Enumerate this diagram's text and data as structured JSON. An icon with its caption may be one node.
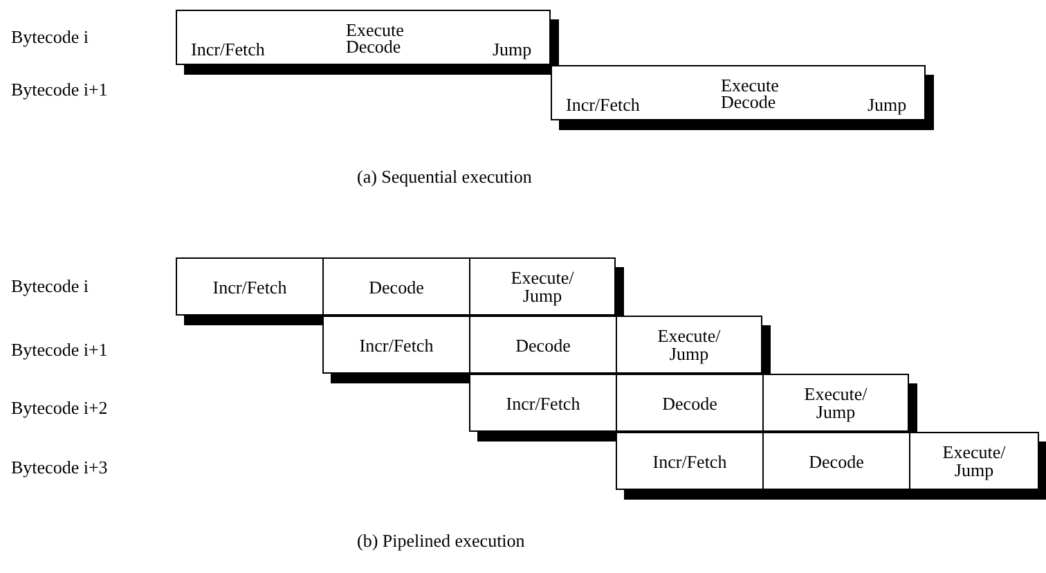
{
  "diagram": {
    "nodes": [
      {
        "text": [
          "Incr/Fetch",
          "Execute",
          "Decode",
          "Jump"
        ]
      },
      {
        "text": [
          "Incr/Fetch",
          "Execute",
          "Decode",
          "Jump"
        ]
      },
      {
        "text": [],
        "shape": "box"
      },
      {
        "text": [
          "Incr/Fetch"
        ],
        "in": 2
      },
      {
        "text": [
          "Decode"
        ],
        "in": 2
      },
      {
        "text": [
          "Execute/ Jump"
        ],
        "in": 2
      },
      {
        "text": [],
        "shape": "box"
      },
      {
        "text": [
          "Incr/Fetch"
        ],
        "in": 6
      },
      {
        "text": [
          "Decode"
        ],
        "in": 6
      },
      {
        "text": [
          "Execute/ Jump"
        ],
        "in": 6
      },
      {
        "text": [],
        "shape": "box"
      },
      {
        "text": [
          "Incr/Fetch"
        ],
        "in": 10
      },
      {
        "text": [
          "Decode"
        ],
        "in": 10
      },
      {
        "text": [
          "Execute/ Jump"
        ],
        "in": 10
      },
      {
        "text": [],
        "shape": "box"
      },
      {
        "text": [
          "Incr/Fetch"
        ],
        "in": 14
      },
      {
        "text": [
          "Decode"
        ],
        "in": 14
      },
      {
        "text": [
          "Execute/ Jump"
        ],
        "in": 14
      }
    ],
    "edges": [],
    "labels": [
      "Bytecode i",
      "Bytecode i+1",
      "(a) Sequential execution",
      "Bytecode i",
      "Bytecode i+1",
      "Bytecode i+2",
      "Bytecode i+3",
      "(b) Pipelined execution"
    ]
  }
}
